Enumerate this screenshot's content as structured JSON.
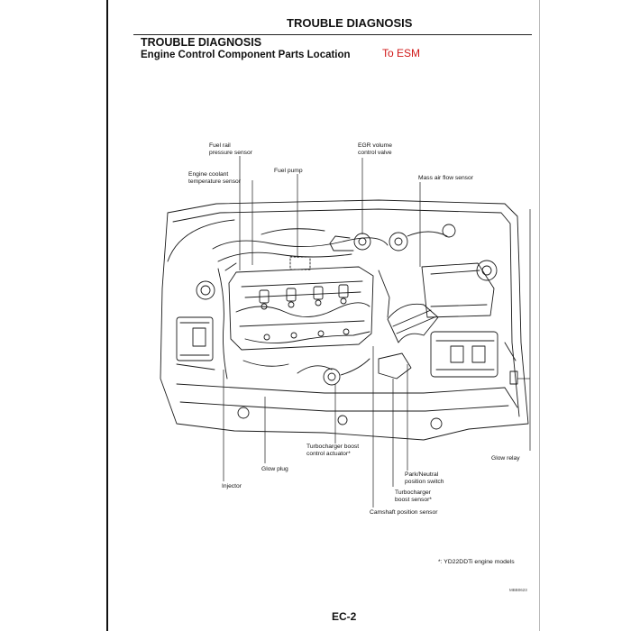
{
  "header": {
    "running_head": "TROUBLE DIAGNOSIS",
    "section_title": "TROUBLE DIAGNOSIS",
    "section_subtitle": "Engine Control Component Parts Location",
    "esm_link": "To ESM"
  },
  "labels": {
    "fuel_rail": "Fuel rail\npressure sensor",
    "egr": "EGR volume\ncontrol valve",
    "coolant": "Engine coolant\ntemperature sensor",
    "fuel_pump": "Fuel pump",
    "maf": "Mass air flow sensor",
    "turbo_actuator": "Turbocharger boost\ncontrol actuator*",
    "glow_plug": "Glow plug",
    "glow_relay": "Glow relay",
    "park_neutral": "Park/Neutral\nposition switch",
    "injector": "Injector",
    "boost_sensor": "Turbocharger\nboost sensor*",
    "camshaft": "Camshaft position sensor"
  },
  "footnote": "*: YD22DDTi engine models",
  "figure_code": "MBB0623",
  "page_number": "EC-2"
}
